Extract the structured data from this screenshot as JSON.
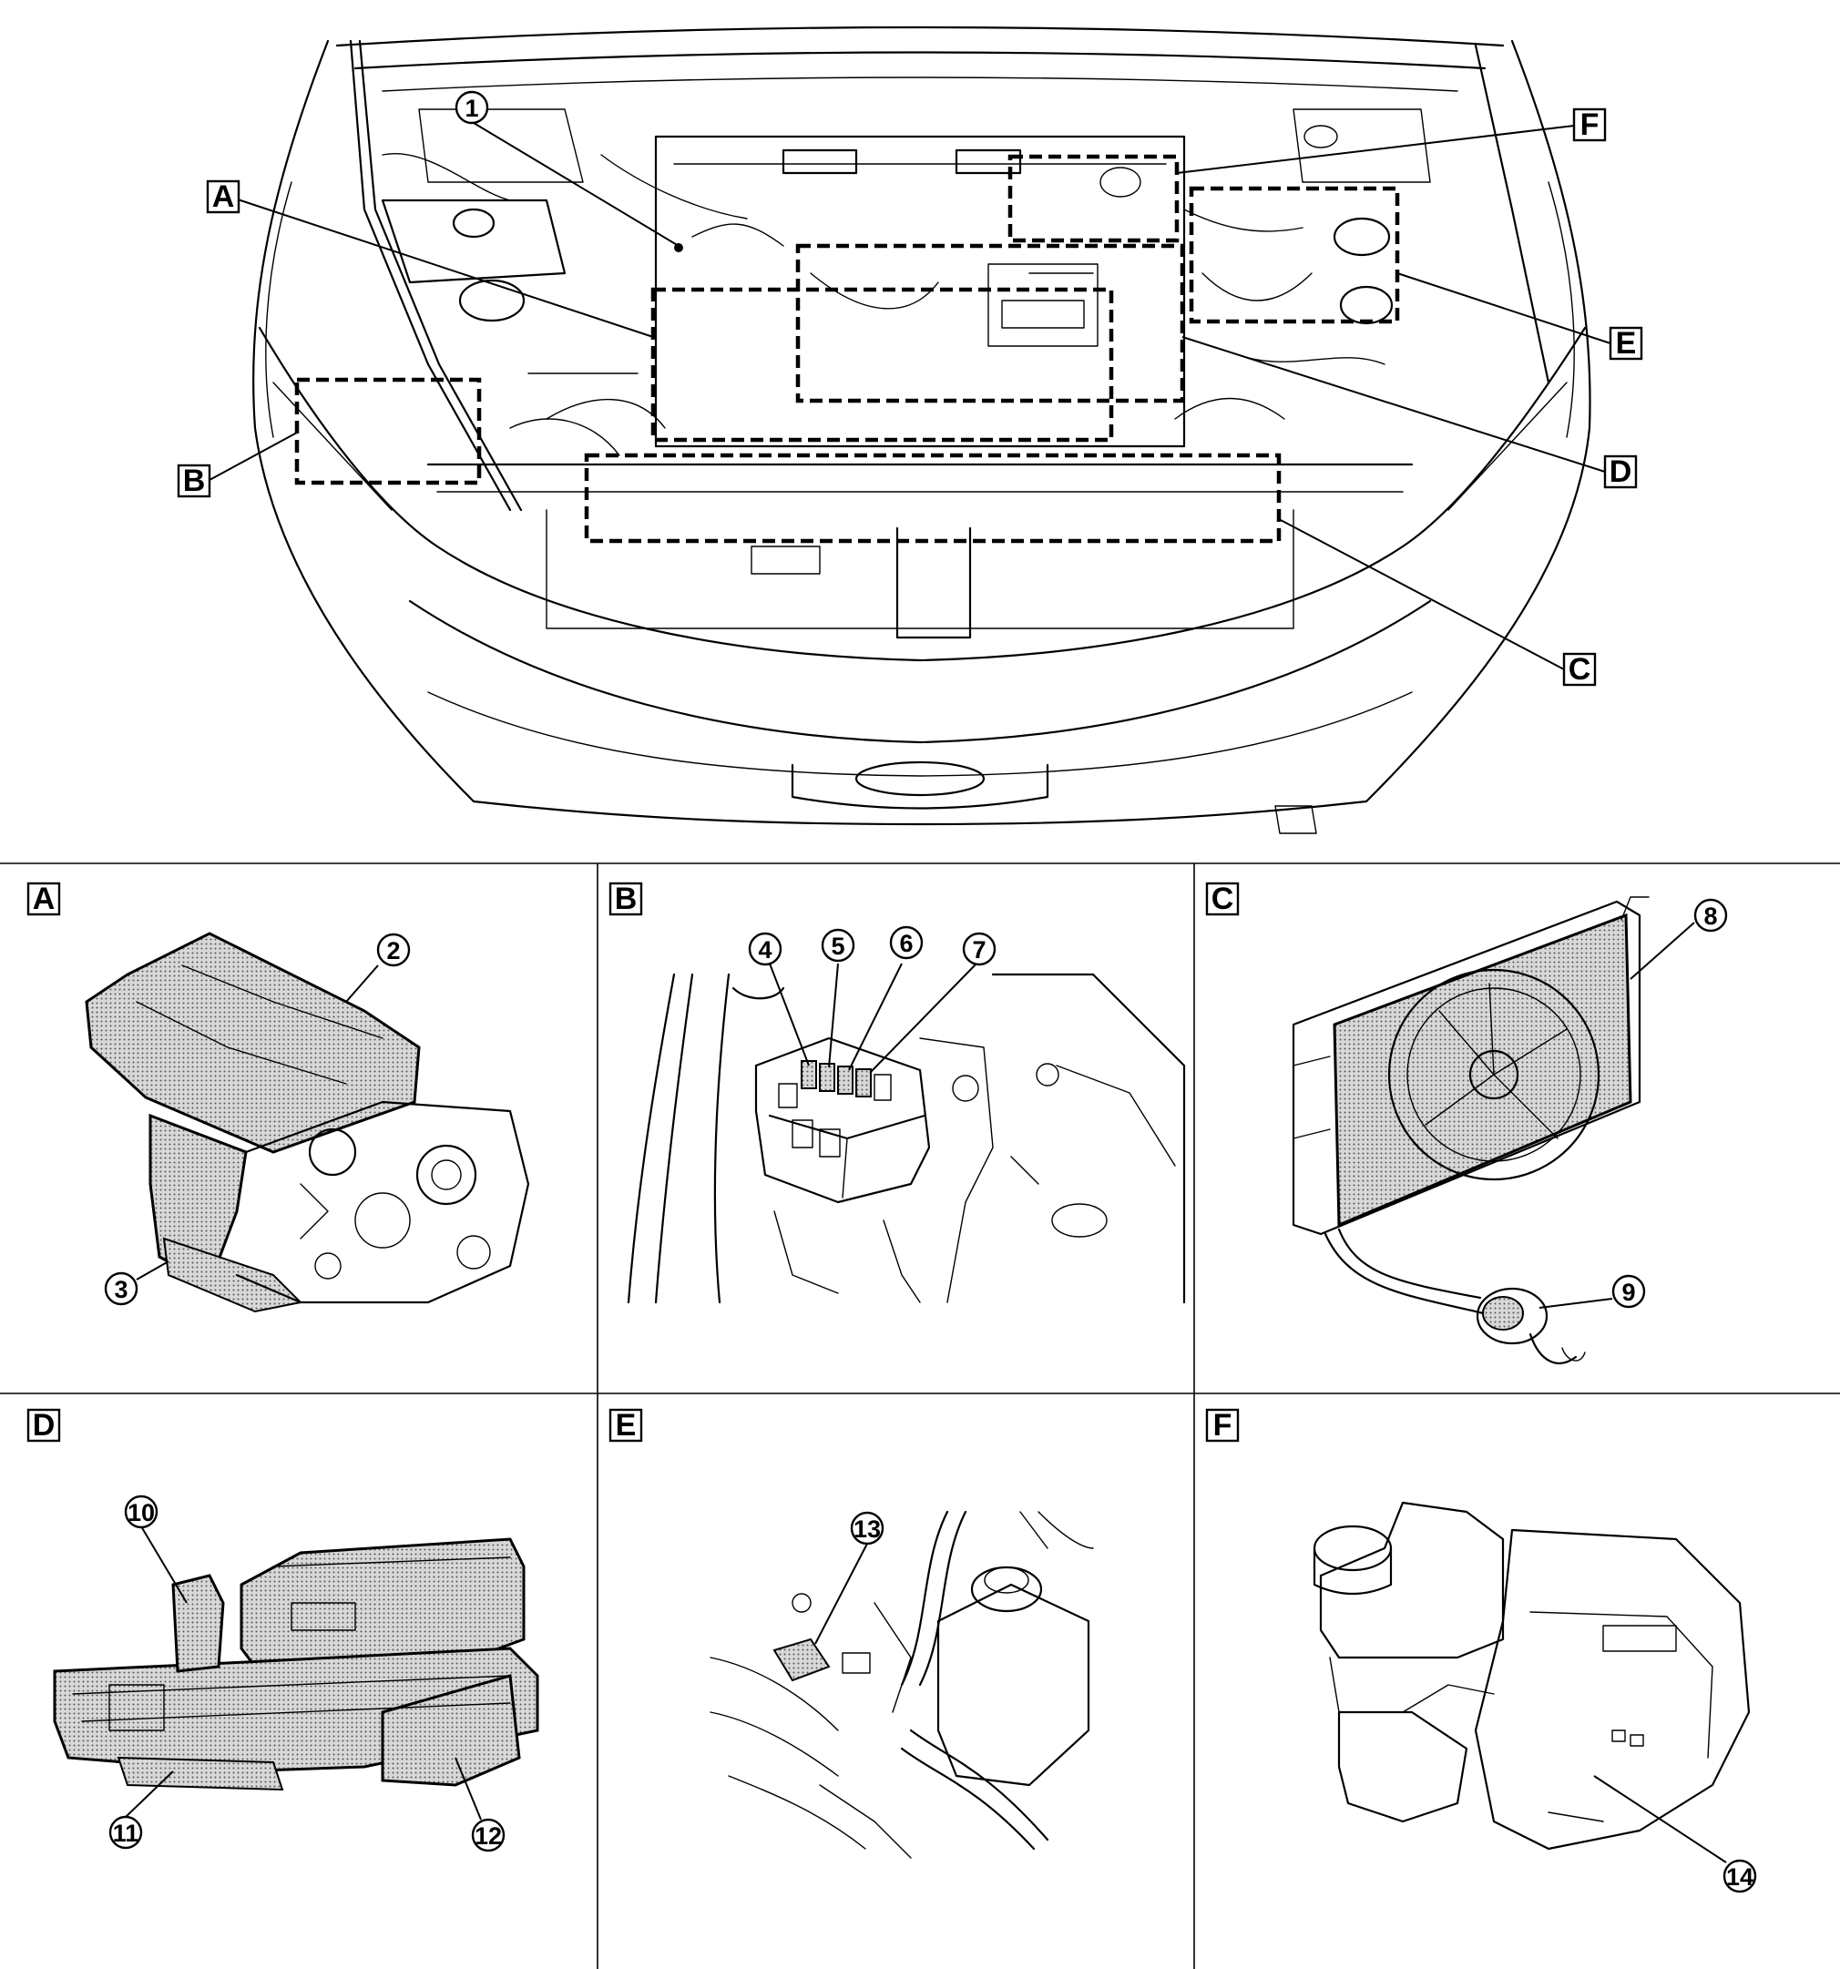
{
  "overview_callouts": {
    "A": "A",
    "B": "B",
    "C": "C",
    "D": "D",
    "E": "E",
    "F": "F",
    "n1": "1"
  },
  "panels": [
    {
      "id": "A",
      "label": "A",
      "callouts": [
        "2",
        "3"
      ]
    },
    {
      "id": "B",
      "label": "B",
      "callouts": [
        "4",
        "5",
        "6",
        "7"
      ]
    },
    {
      "id": "C",
      "label": "C",
      "callouts": [
        "8",
        "9"
      ]
    },
    {
      "id": "D",
      "label": "D",
      "callouts": [
        "10",
        "11",
        "12"
      ]
    },
    {
      "id": "E",
      "label": "E",
      "callouts": [
        "13"
      ]
    },
    {
      "id": "F",
      "label": "F",
      "callouts": [
        "14"
      ]
    }
  ]
}
